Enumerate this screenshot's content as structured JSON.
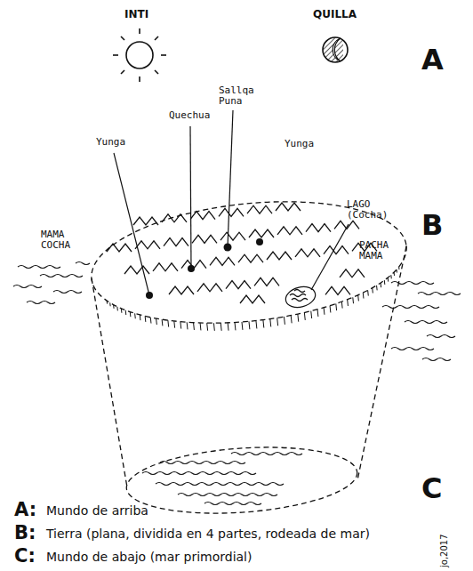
{
  "diagram": {
    "labels": [
      "INTI",
      "QUILLA",
      "A",
      "Yunga",
      "Quechua",
      "Sallqa Puna",
      "Yunga",
      "LAGO (Cocha)",
      "MAMA COCHA",
      "B",
      "PACHA MAMA",
      "C",
      "A:",
      "Mundo de arriba",
      "B:",
      "Tierra (plana, dividida en 4 partes, rodeada de mar)",
      "C:",
      "Mundo de abajo (mar primordial)",
      "jo,2017"
    ]
  }
}
